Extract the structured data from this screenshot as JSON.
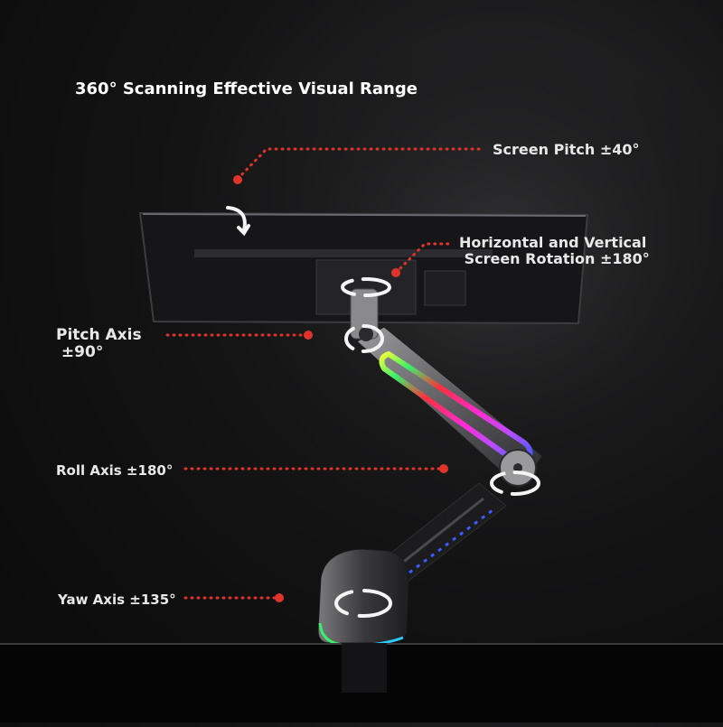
{
  "headline": "360° Scanning Effective Visual Range",
  "callouts": {
    "screen_pitch": "Screen Pitch ±40°",
    "rotation": "Horizontal and Vertical\n Screen Rotation ±180°",
    "pitch_axis": "Pitch Axis\n ±90°",
    "roll_axis": "Roll Axis ±180°",
    "yaw_axis": "Yaw Axis ±135°"
  },
  "colors": {
    "marker": "#e0342a",
    "label": "#e8e8e8",
    "rgb_strip": [
      "#f2ff3a",
      "#39f06a",
      "#2ec8ff",
      "#3a5bff",
      "#b84dff",
      "#ff2bd6",
      "#ff2f3a"
    ]
  }
}
